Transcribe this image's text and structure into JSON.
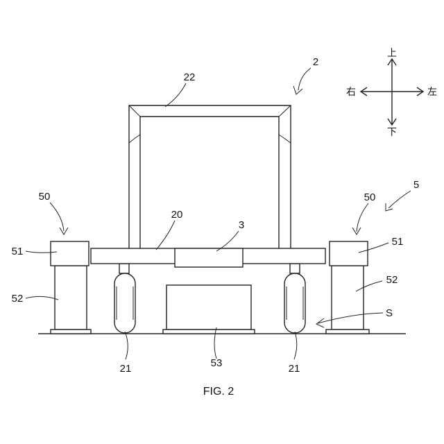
{
  "figure": {
    "caption": "FIG. 2",
    "labels": {
      "apparatus": "2",
      "frame_top": "22",
      "base": "20",
      "center_unit": "3",
      "wheel_left": "21",
      "wheel_right": "21",
      "platform": "53",
      "station_left": "50",
      "station_right": "50",
      "station_group": "5",
      "head_left": "51",
      "head_right": "51",
      "post_left": "52",
      "post_right": "52",
      "space": "S"
    },
    "directions": {
      "up": "上",
      "down": "下",
      "left": "左",
      "right": "右"
    }
  }
}
